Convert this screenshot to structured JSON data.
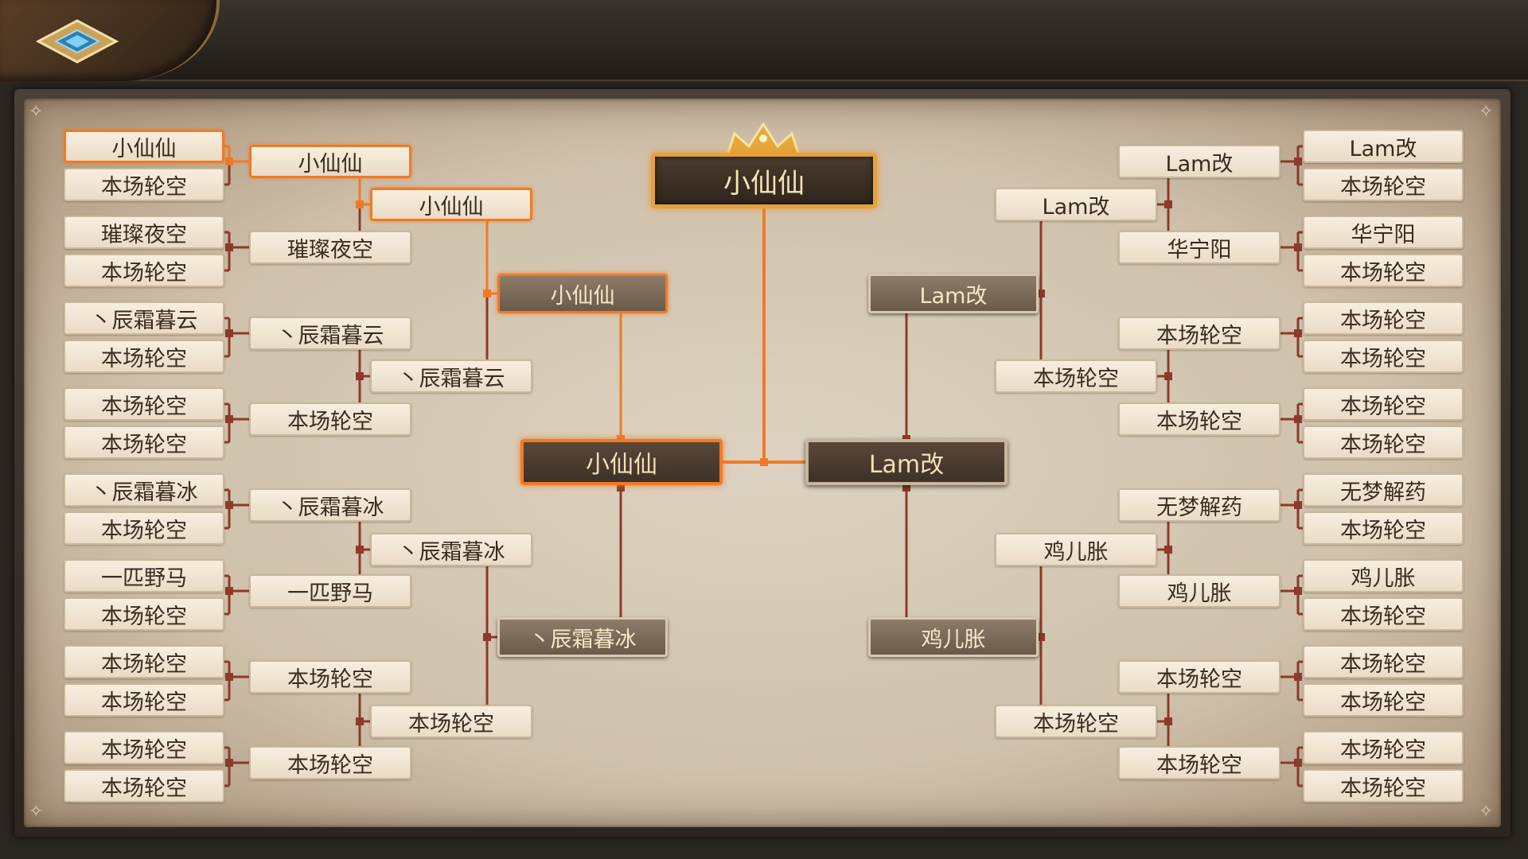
{
  "labels": {
    "champion": "小仙仙",
    "left_semi": "小仙仙",
    "right_semi": "Lam改",
    "left_r3_top": "小仙仙",
    "left_r3_bottom": "丶辰霜暮冰",
    "right_r3_top": "Lam改",
    "right_r3_bottom": "鸡儿胀",
    "left_r2": [
      "小仙仙",
      "丶辰霜暮云",
      "丶辰霜暮冰",
      "本场轮空"
    ],
    "right_r2": [
      "Lam改",
      "本场轮空",
      "鸡儿胀",
      "本场轮空"
    ],
    "left_r1": [
      "小仙仙",
      "璀璨夜空",
      "丶辰霜暮云",
      "本场轮空",
      "丶辰霜暮冰",
      "一匹野马",
      "本场轮空",
      "本场轮空"
    ],
    "right_r1": [
      "Lam改",
      "华宁阳",
      "本场轮空",
      "本场轮空",
      "无梦解药",
      "鸡儿胀",
      "本场轮空",
      "本场轮空"
    ],
    "left_r0": [
      "小仙仙",
      "本场轮空",
      "璀璨夜空",
      "本场轮空",
      "丶辰霜暮云",
      "本场轮空",
      "本场轮空",
      "本场轮空",
      "丶辰霜暮冰",
      "本场轮空",
      "一匹野马",
      "本场轮空",
      "本场轮空",
      "本场轮空",
      "本场轮空",
      "本场轮空"
    ],
    "right_r0": [
      "Lam改",
      "本场轮空",
      "华宁阳",
      "本场轮空",
      "本场轮空",
      "本场轮空",
      "本场轮空",
      "本场轮空",
      "无梦解药",
      "本场轮空",
      "鸡儿胀",
      "本场轮空",
      "本场轮空",
      "本场轮空",
      "本场轮空",
      "本场轮空"
    ]
  },
  "colors": {
    "winner_path": "#f07a26",
    "bracket_line": "#8c3a2a",
    "slot_fill": "#f3e6d2",
    "board_bg": "#d8ccb8"
  },
  "icons": {
    "back": "diamond-back-icon",
    "crown": "crown-icon"
  }
}
